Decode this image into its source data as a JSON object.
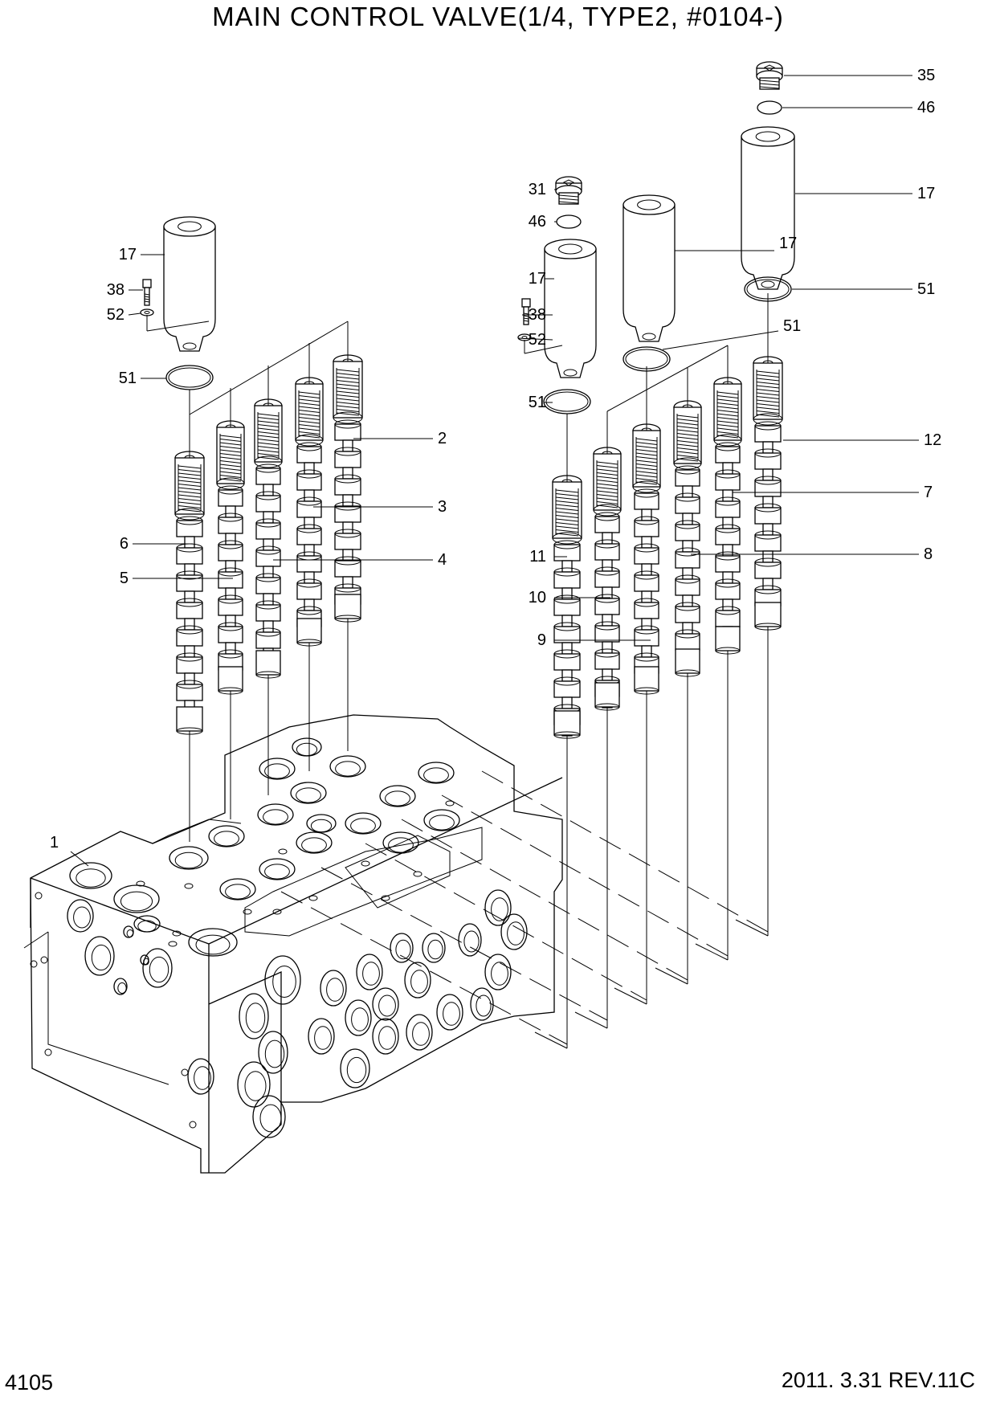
{
  "header": {
    "title": "MAIN CONTROL VALVE(1/4, TYPE2, #0104-)"
  },
  "footer": {
    "page_number": "4105",
    "date_revision": "2011. 3.31  REV.11C"
  },
  "callouts": [
    {
      "id": "c1",
      "label": "1"
    },
    {
      "id": "c2",
      "label": "2"
    },
    {
      "id": "c3",
      "label": "3"
    },
    {
      "id": "c4",
      "label": "4"
    },
    {
      "id": "c5",
      "label": "5"
    },
    {
      "id": "c6",
      "label": "6"
    },
    {
      "id": "c7",
      "label": "7"
    },
    {
      "id": "c8",
      "label": "8"
    },
    {
      "id": "c9",
      "label": "9"
    },
    {
      "id": "c10",
      "label": "10"
    },
    {
      "id": "c11",
      "label": "11"
    },
    {
      "id": "c12",
      "label": "12"
    },
    {
      "id": "c17a",
      "label": "17"
    },
    {
      "id": "c17b",
      "label": "17"
    },
    {
      "id": "c17c",
      "label": "17"
    },
    {
      "id": "c17d",
      "label": "17"
    },
    {
      "id": "c31",
      "label": "31"
    },
    {
      "id": "c35",
      "label": "35"
    },
    {
      "id": "c38a",
      "label": "38"
    },
    {
      "id": "c38b",
      "label": "38"
    },
    {
      "id": "c46a",
      "label": "46"
    },
    {
      "id": "c46b",
      "label": "46"
    },
    {
      "id": "c51a",
      "label": "51"
    },
    {
      "id": "c51b",
      "label": "51"
    },
    {
      "id": "c51c",
      "label": "51"
    },
    {
      "id": "c51d",
      "label": "51"
    },
    {
      "id": "c52a",
      "label": "52"
    },
    {
      "id": "c52b",
      "label": "52"
    }
  ]
}
